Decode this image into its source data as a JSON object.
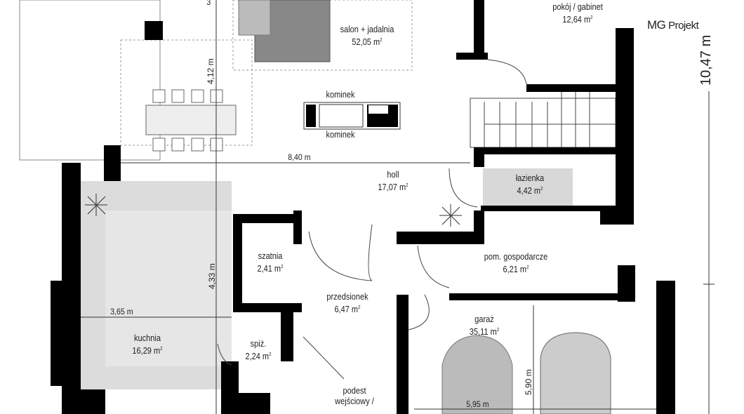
{
  "logo": {
    "brand": "MG",
    "name": "Projekt"
  },
  "rooms": {
    "salon": {
      "name": "salon + jadalnia",
      "area": "52,05 m"
    },
    "pokoj": {
      "name": "pokój / gabinet",
      "area": "12,64 m"
    },
    "holl": {
      "name": "holl",
      "area": "17,07 m"
    },
    "lazienka": {
      "name": "łazienka",
      "area": "4,42 m"
    },
    "szatnia": {
      "name": "szatnia",
      "area": "2,41 m"
    },
    "gospodarcze": {
      "name": "pom. gospodarcze",
      "area": "6,21 m"
    },
    "przedsionek": {
      "name": "przedsionek",
      "area": "6,47 m"
    },
    "garaz": {
      "name": "garaż",
      "area": "35,11 m"
    },
    "kuchnia": {
      "name": "kuchnia",
      "area": "16,29 m"
    },
    "spiz": {
      "name": "spiż.",
      "area": "2,24 m"
    },
    "podest": {
      "name_line1": "podest",
      "name_line2": "wejściowy /"
    }
  },
  "area_unit_sup": "2",
  "fireplace": {
    "label_top": "kominek",
    "label_bottom": "kominek"
  },
  "dimensions": {
    "top_partial": "3",
    "d412": "4,12 m",
    "d840": "8,40 m",
    "d433": "4,33 m",
    "d365": "3,65 m",
    "d590": "5,90 m",
    "d595": "5,95 m",
    "d1047": "10,47 m"
  }
}
